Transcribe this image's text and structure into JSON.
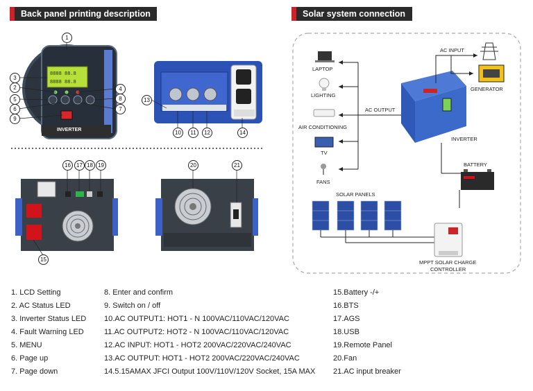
{
  "headers": {
    "back_panel": "Back panel printing description",
    "solar": "Solar system connection"
  },
  "panel_labels": {
    "inverter": "INVERTER"
  },
  "callouts": [
    "1",
    "2",
    "3",
    "4",
    "5",
    "6",
    "7",
    "8",
    "9",
    "10",
    "11",
    "12",
    "13",
    "14",
    "15",
    "16",
    "17",
    "18",
    "19",
    "20",
    "21"
  ],
  "solar_labels": {
    "laptop": "LAPTOP",
    "lighting": "LIGHTING",
    "air_conditioning": "AIR CONDITIONING",
    "tv": "TV",
    "fans": "FANS",
    "ac_output": "AC OUTPUT",
    "ac_input": "AC INPUT",
    "generator": "GENERATOR",
    "inverter": "INVERTER",
    "battery": "BATTERY",
    "solar_panels": "SOLAR PANELS",
    "mppt_line1": "MPPT SOLAR CHARGE",
    "mppt_line2": "CONTROLLER"
  },
  "legend": {
    "col1": [
      "1.  LCD Setting",
      "2.  AC Status LED",
      "3.  Inverter Status LED",
      "4.  Fault Warning LED",
      "5.  MENU",
      "6.  Page up",
      "7.  Page down"
    ],
    "col2": [
      "8.  Enter and confirm",
      "9.  Switch on / off",
      "10.AC OUTPUT1: HOT1 - N 100VAC/110VAC/120VAC",
      "11.AC OUTPUT2: HOT2 - N 100VAC/110VAC/120VAC",
      "12.AC INPUT: HOT1 - HOT2 200VAC/220VAC/240VAC",
      "13.AC OUTPUT: HOT1 - HOT2 200VAC/220VAC/240VAC",
      "14.5.15AMAX JFCI Output 100V/110V/120V Socket, 15A MAX"
    ],
    "col3": [
      "15.Battery -/+",
      "16.BTS",
      "17.AGS",
      "18.USB",
      "19.Remote Panel",
      "20.Fan",
      "21.AC input breaker"
    ]
  }
}
